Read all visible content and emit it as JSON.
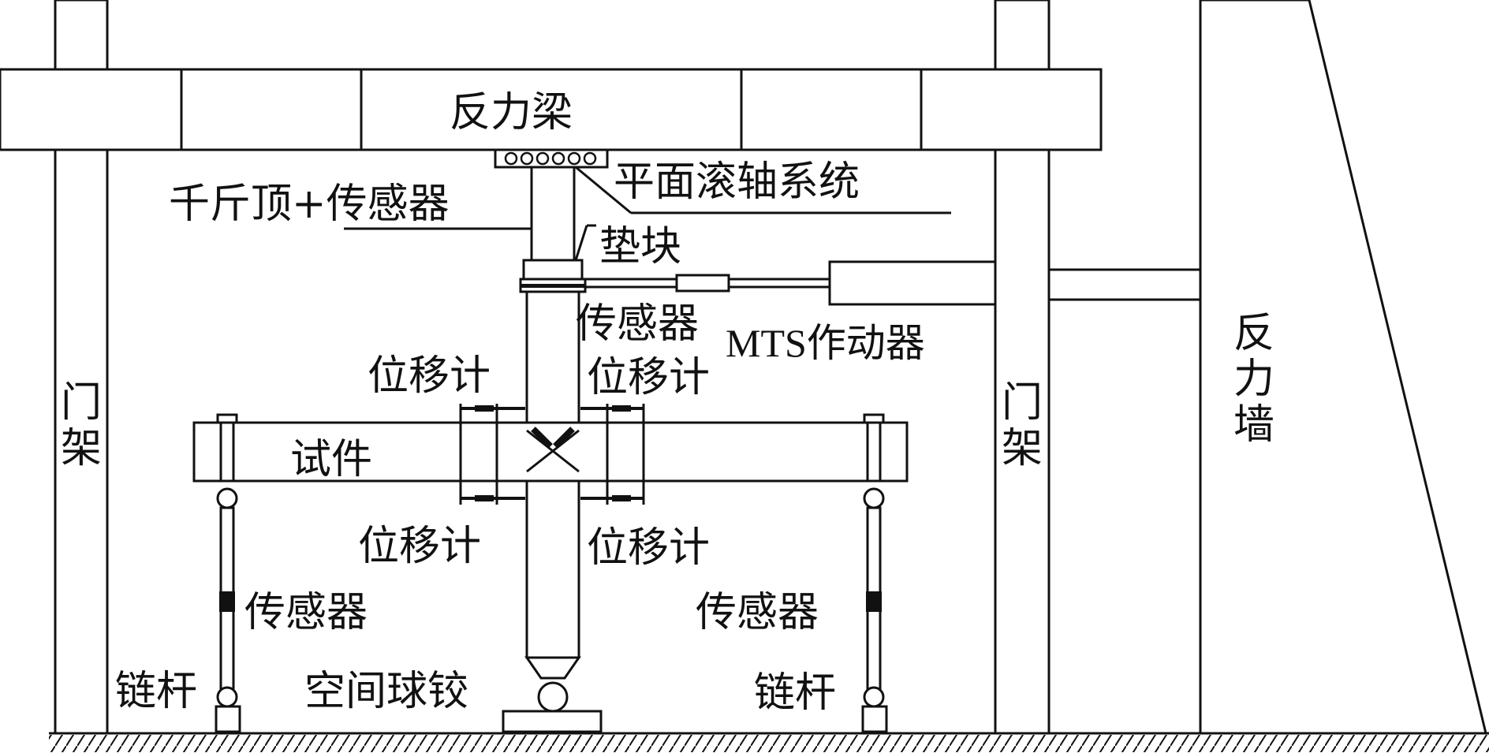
{
  "labels": {
    "reaction_beam": "反力梁",
    "plane_roller": "平面滚轴系统",
    "jack_sensor": "千斤顶+传感器",
    "pad_block": "垫块",
    "sensor_top": "传感器",
    "mts_actuator": "MTS作动器",
    "disp_meter_ul": "位移计",
    "disp_meter_ur": "位移计",
    "disp_meter_ll": "位移计",
    "disp_meter_lr": "位移计",
    "specimen": "试件",
    "sensor_left": "传感器",
    "sensor_right": "传感器",
    "link_left": "链杆",
    "link_right": "链杆",
    "spherical_hinge": "空间球铰",
    "gantry_left": "门架",
    "gantry_right": "门架",
    "reaction_wall": "反力墙"
  },
  "colors": {
    "stroke": "#111111",
    "fill": "#ffffff",
    "dark": "#111111"
  }
}
